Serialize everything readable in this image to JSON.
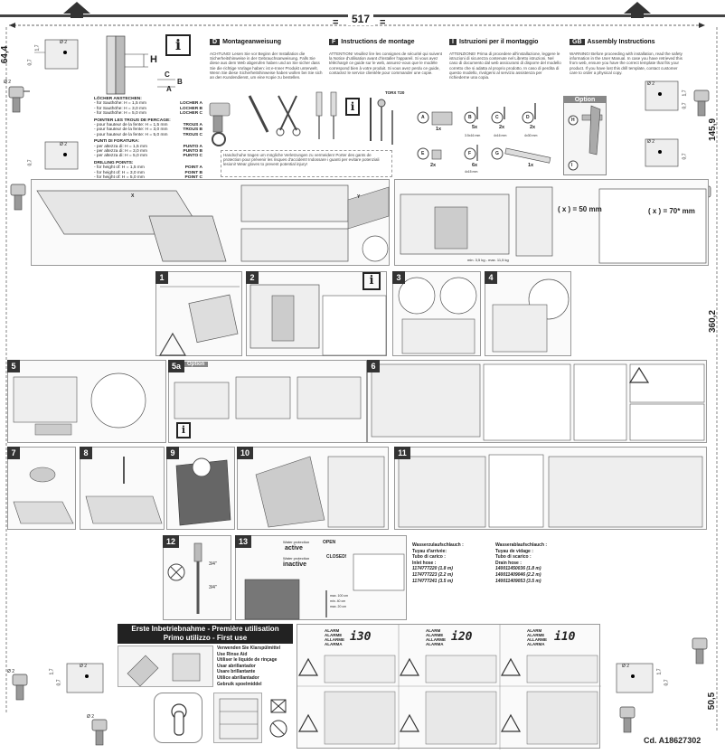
{
  "dims": {
    "top_width": "517",
    "left_height": "64,4",
    "right_height1": "145,9",
    "right_height2": "360,2",
    "right_height3": "50,5",
    "hole_d": "Ø 2",
    "h_07": "0,7",
    "h_17": "1,7",
    "h_2": "2"
  },
  "drill": {
    "title_de": "LÖCHER ANSTECHEN:",
    "de_lines": [
      "- für Sauthöhe: H = 1,5 mm",
      "- für Sauthöhe: H = 3,0 mm",
      "- für Sauthöhe: H = 5,0 mm"
    ],
    "de_points": [
      "LOCHER A",
      "LOCHER B",
      "LOCHER C"
    ],
    "title_fr": "POINTER LES TROUS DE PERCAGE:",
    "fr_lines": [
      "- pour hauteur de la fente: H = 1,5 mm",
      "- pour hauteur de la fente: H = 3,0 mm",
      "- pour hauteur de la fente: H = 5,0 mm"
    ],
    "fr_points": [
      "TROUS A",
      "TROUS B",
      "TROUS C"
    ],
    "title_it": "PUNTI DI FORATURA:",
    "it_lines": [
      "- per altezza di: H = 1,5 mm",
      "- per altezza di: H = 3,0 mm",
      "- per altezza di: H = 5,0 mm"
    ],
    "it_points": [
      "PUNTO A",
      "PUNTO B",
      "PUNTO C"
    ],
    "title_en": "DRILLING POINTS:",
    "en_lines": [
      "- for height of: H = 1,5 mm",
      "- for height of: H = 3,0 mm",
      "- for height of: H = 5,0 mm"
    ],
    "en_points": [
      "POINT A",
      "POINT B",
      "POINT C"
    ],
    "letters": [
      "H",
      "C",
      "B",
      "A"
    ]
  },
  "headers": [
    {
      "tag": "D",
      "title": "Montageanweisung"
    },
    {
      "tag": "F",
      "title": "Instructions de montage"
    },
    {
      "tag": "I",
      "title": "Istruzioni per il montaggio"
    },
    {
      "tag": "GB",
      "title": "Assembly Instructions"
    }
  ],
  "intro": {
    "de": "ACHTUNG! Lesen Sie vor Beginn der Installation die Sicherheitshinweise in der Gebrauchsanweisung. Falls Sie diese aus dem Web abgerufen haben und an Sie sicher dass Sie die richtige Vorlage haben: ist e-Inner Produkt unterwelt. Wenn Sie diese Sicherheitshinweise haben wollen bei Sie sich an den Kundendienst, um eine Kopie zu bestellen.",
    "fr": "ATTENTION! Veuillez lire les consignes de sécurité qui suivent la Notice d'utilisation avant d'installer l'appareil. Si vous avez téléchargé ce guide sur le web, assurez-vous que le modèle correspond bien à votre produit. Si vous avez perdu ce guide, contactez le service clientèle pour commander une copie.",
    "it": "ATTENZIONE! Prima di procedere all'installazione, leggere le istruzioni di sicurezza contenute nel Libretto istruzioni. Nel caso di documento dal web assicurarsi di disporre del modello corretto che si adatta al proprio prodotto. In caso di perdita di questo modello, rivolgersi al servizio assistenza per richiederne una copia.",
    "gb": "WARNING! Before proceeding with installation, read the safety information in the User Manual. In case you have retrieved this from web, ensure you have the correct template that fits your product. If you have lost this drill template, contact customer care to order a physical copy.",
    "gloves": "Handschuhe tragen um mögliche Verletzungen zu vermeiden! Porter des gants de protection pour prévenir les risques d'accident! Indossare i guanti per evitare potenziali lesioni! Wear gloves to prevent potential injury!"
  },
  "parts": {
    "letters": [
      "A",
      "B",
      "C",
      "D",
      "E",
      "F",
      "G",
      "H",
      "I"
    ],
    "counts": [
      "1x",
      "5x",
      "2x",
      "2x",
      "2x",
      "6x",
      "1x"
    ],
    "option": "Option",
    "torx": "TORX T20",
    "dim_labels": [
      "3.5x16 mm",
      "4x16 mm",
      "4x30 mm",
      "4x15 mm"
    ]
  },
  "row2": {
    "x50": "( x ) = 50 mm",
    "x70": "( x ) = 70* mm",
    "x_label": "X",
    "y_label": "Y",
    "weight": "min. 3,5 kg - max. 11,5 kg"
  },
  "steps": [
    "1",
    "2",
    "3",
    "4",
    "5",
    "5a",
    "6",
    "7",
    "8",
    "9",
    "10",
    "11",
    "12",
    "13"
  ],
  "step5a_option": "Option",
  "step12": {
    "t1": "3/4\"",
    "t2": "3/4\""
  },
  "step13": {
    "water_protection": "Water protection",
    "active": "active",
    "open": "OPEN",
    "inactive": "inactive",
    "closed": "CLOSED!",
    "max": "max. 100 cm",
    "min": "min. 40 cm",
    "max2": "max. 20 cm"
  },
  "hoses": {
    "inlet_title_de": "Wasserzulaufschlauch :",
    "inlet_title_fr": "Tuyau d'arrivée:",
    "inlet_title_it": "Tubo di carico :",
    "inlet_title_en": "Inlet hose :",
    "inlet_items": [
      "1174777220 (1.8 m)",
      "1174777223 (2.2 m)",
      "1174777241 (3.5 m)"
    ],
    "drain_title_de": "Wasserablaufschlauch :",
    "drain_title_fr": "Tuyau de vidage :",
    "drain_title_it": "Tubo di scarico :",
    "drain_title_en": "Drain hose :",
    "drain_items": [
      "140011450036 (1.8 m)",
      "140011409046 (2.2 m)",
      "140011409053 (3.5 m)"
    ]
  },
  "first_use": {
    "title1": "Erste Inbetriebnahme - Première utilisation",
    "title2": "Primo utilizzo - First use",
    "salt": [
      "Verwenden Sie Klarspülmittel",
      "Use Rinse Aid",
      "Utiliser le liquide de rinçage",
      "Usar abrillantador",
      "Usare brillantante",
      "Utilice abrillantador",
      "Gebruik spoelmiddel"
    ]
  },
  "alarms": [
    {
      "label": [
        "ALARM",
        "ALARME",
        "ALLARME",
        "ALARMA"
      ],
      "code": "i30"
    },
    {
      "label": [
        "ALARM",
        "ALARME",
        "ALLARME",
        "ALARMA"
      ],
      "code": "i20"
    },
    {
      "label": [
        "ALARM",
        "ALARME",
        "ALLARME",
        "ALARMA"
      ],
      "code": "i10"
    }
  ],
  "doc_code": "Cd. A18627302",
  "side_letters": [
    "A",
    "B",
    "C"
  ]
}
